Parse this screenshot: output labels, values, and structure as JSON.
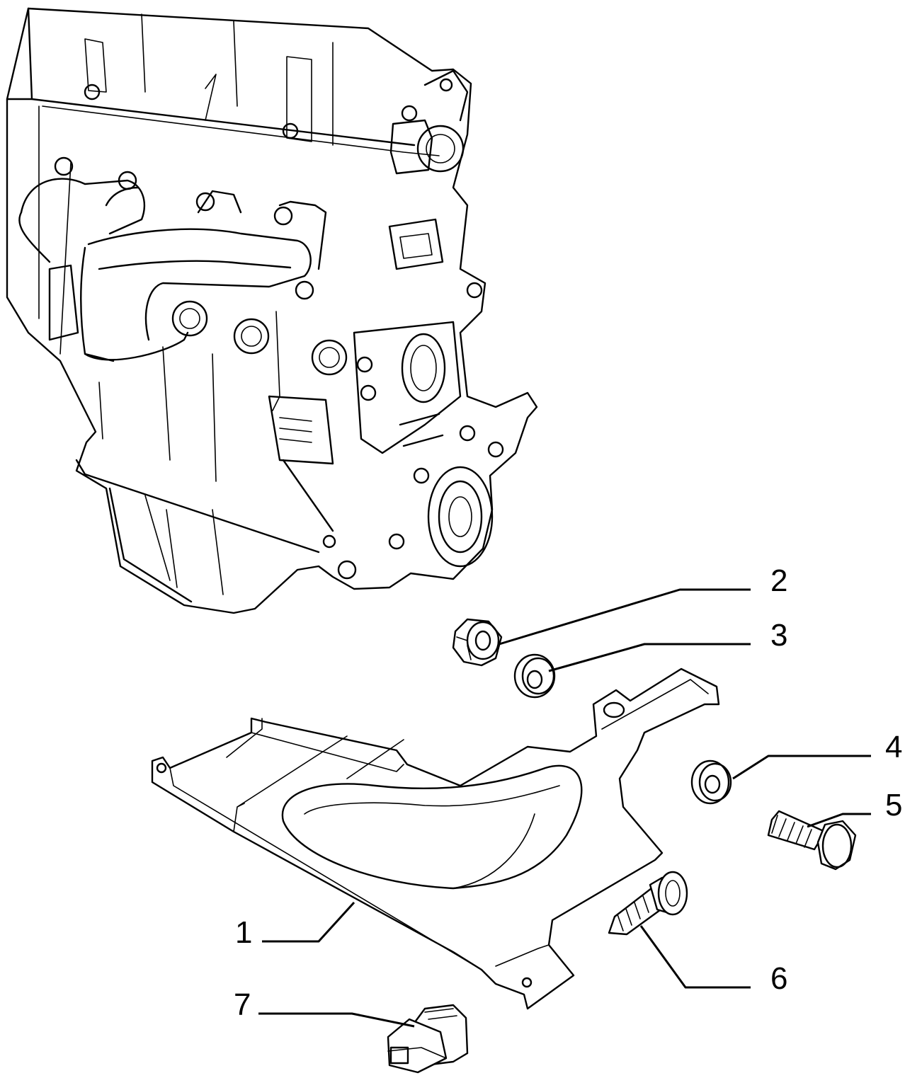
{
  "diagram": {
    "parts": [
      {
        "number": "1",
        "name": "timing-belt-cover"
      },
      {
        "number": "2",
        "name": "nut"
      },
      {
        "number": "3",
        "name": "washer"
      },
      {
        "number": "4",
        "name": "washer"
      },
      {
        "number": "5",
        "name": "bolt"
      },
      {
        "number": "6",
        "name": "stud-screw"
      },
      {
        "number": "7",
        "name": "grommet"
      }
    ]
  }
}
